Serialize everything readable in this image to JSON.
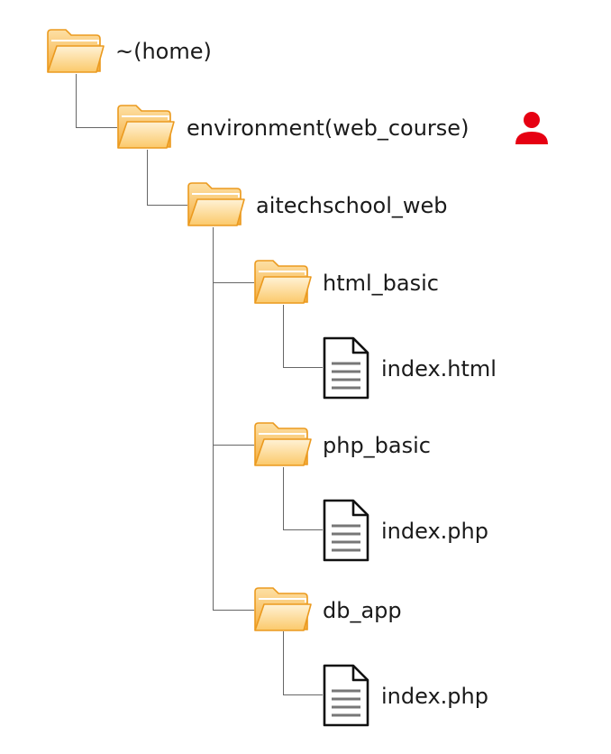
{
  "tree": {
    "home": {
      "label": "~(home)",
      "icon": "folder-icon"
    },
    "environment": {
      "label": "environment(web_course)",
      "icon": "folder-icon",
      "badge": {
        "icon": "user-icon",
        "color": "#e60012"
      }
    },
    "aitechschool_web": {
      "label": "aitechschool_web",
      "icon": "folder-icon"
    },
    "html_basic": {
      "label": "html_basic",
      "icon": "folder-icon"
    },
    "html_basic_index": {
      "label": "index.html",
      "icon": "file-icon"
    },
    "php_basic": {
      "label": "php_basic",
      "icon": "folder-icon"
    },
    "php_basic_index": {
      "label": "index.php",
      "icon": "file-icon"
    },
    "db_app": {
      "label": "db_app",
      "icon": "folder-icon"
    },
    "db_app_index": {
      "label": "index.php",
      "icon": "file-icon"
    }
  },
  "colors": {
    "folder_back": "#f7b54a",
    "folder_front": "#fde2b0",
    "folder_stroke": "#eb9a1f",
    "connector": "#666666",
    "user_badge": "#e60012"
  }
}
